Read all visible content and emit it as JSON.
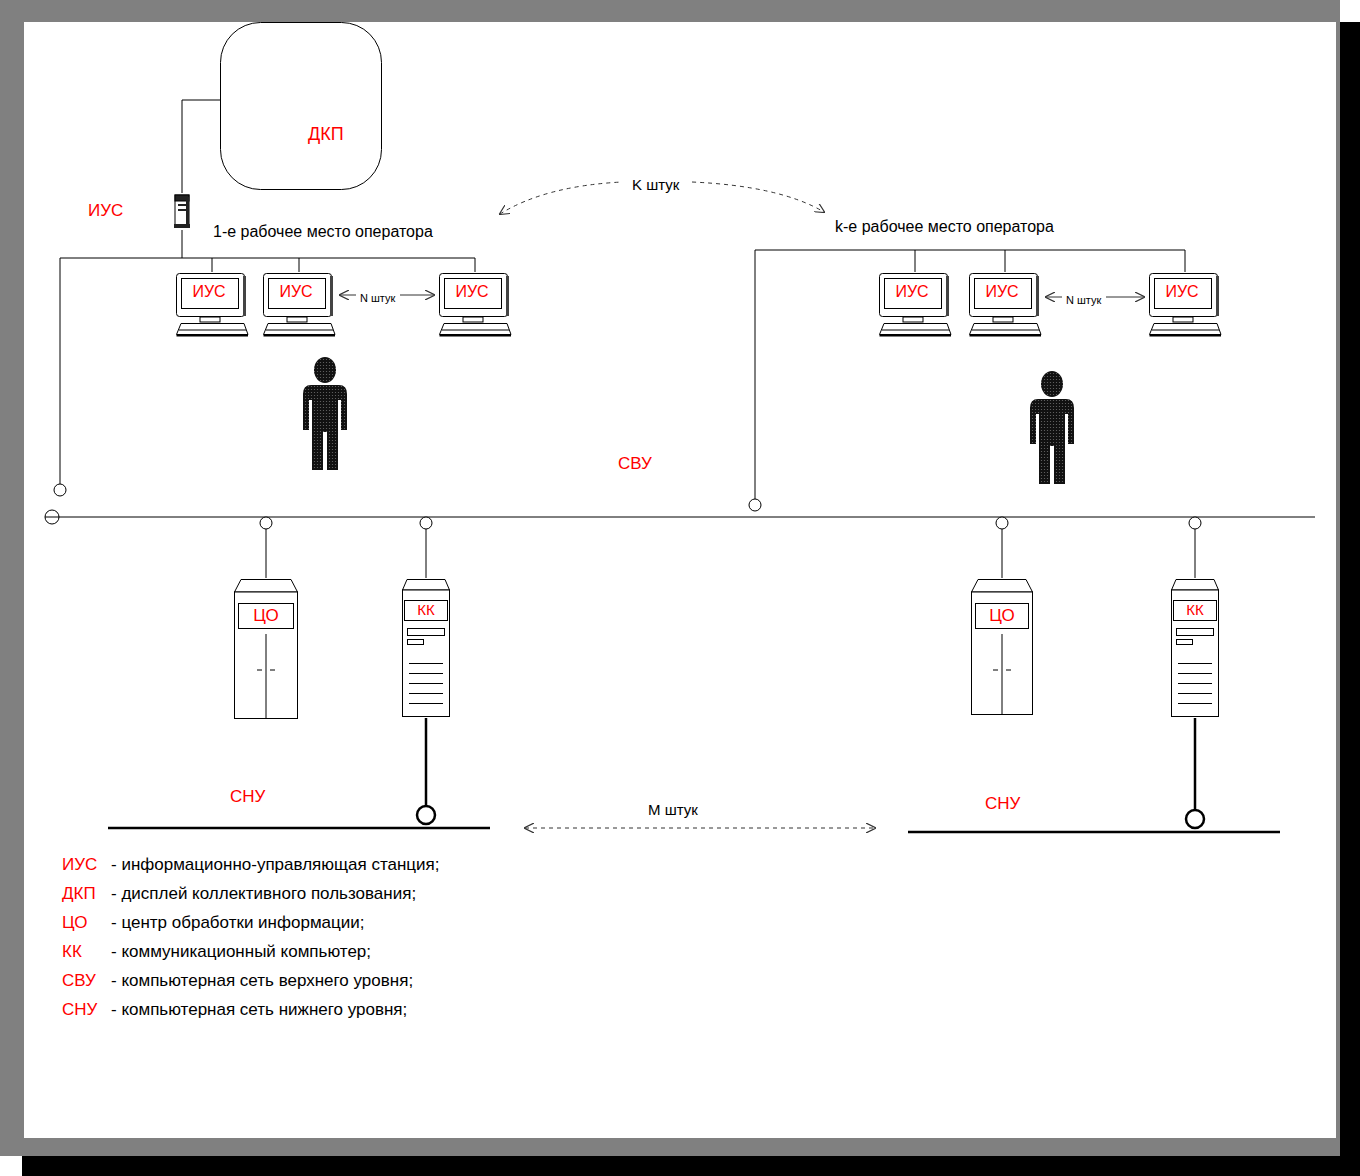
{
  "diagram": {
    "nodes": [
      {
        "text": [
          "ДКП"
        ]
      },
      {
        "text": [
          "ИУС"
        ]
      },
      {
        "text": [
          "ИУС"
        ]
      },
      {
        "text": [
          "ИУС"
        ]
      },
      {
        "text": [
          "ИУС"
        ]
      },
      {
        "text": [
          "ИУС"
        ]
      },
      {
        "text": [
          "ИУС"
        ]
      },
      {
        "text": [
          "ИУС"
        ]
      },
      {
        "text": [
          "ЦО"
        ]
      },
      {
        "text": [
          "КК"
        ]
      },
      {
        "text": [
          "ЦО"
        ]
      },
      {
        "text": [
          "КК"
        ]
      }
    ],
    "edges": [
      {
        "from": 0,
        "to": 1,
        "arrow": "none"
      }
    ],
    "labels": [
      "K штук",
      "1-е рабочее место оператора",
      "k-е рабочее место оператора",
      "N штук",
      "N штук",
      "СВУ",
      "СНУ",
      "M штук",
      "СНУ",
      "ИУС",
      "ДКП",
      "ЦО",
      "КК",
      "СВУ",
      "СНУ"
    ],
    "legend": [
      {
        "text": "- информационно-управляющая станция;"
      },
      {
        "text": "- дисплей коллективного пользования;"
      },
      {
        "text": "- центр обработки информации;"
      },
      {
        "text": "- коммуникационный компьютер;"
      },
      {
        "text": "- компьютерная сеть верхнего уровня;"
      },
      {
        "text": "- компьютерная сеть нижнего уровня;"
      }
    ]
  }
}
